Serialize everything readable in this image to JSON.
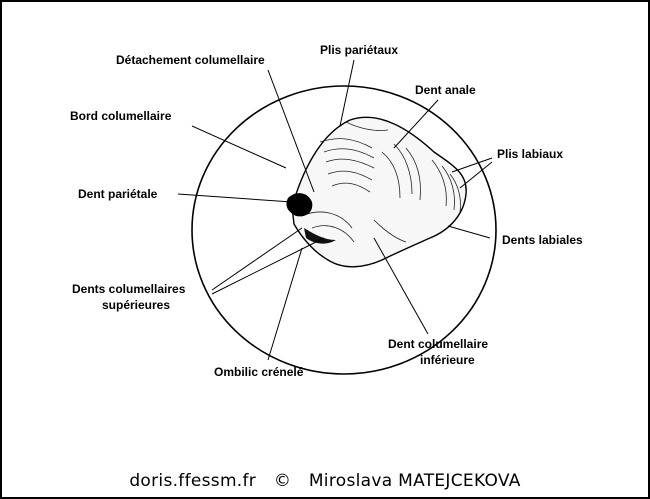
{
  "labels": {
    "detachement_columellaire": "Détachement columellaire",
    "plis_parietaux": "Plis pariétaux",
    "bord_columellaire": "Bord columellaire",
    "dent_anale": "Dent anale",
    "plis_labiaux": "Plis labiaux",
    "dent_parietale": "Dent pariétale",
    "dents_labiales": "Dents labiales",
    "dents_columellaires_superieures_line1": "Dents columellaires",
    "dents_columellaires_superieures_line2": "supérieures",
    "dent_columellaire_inferieure_line1": "Dent columellaire",
    "dent_columellaire_inferieure_line2": "inférieure",
    "ombilic_crenele": "Ombilic crénelé"
  },
  "credit": {
    "site": "doris.ffessm.fr",
    "copyright": "©",
    "author": "Miroslava MATEJCEKOVA"
  }
}
